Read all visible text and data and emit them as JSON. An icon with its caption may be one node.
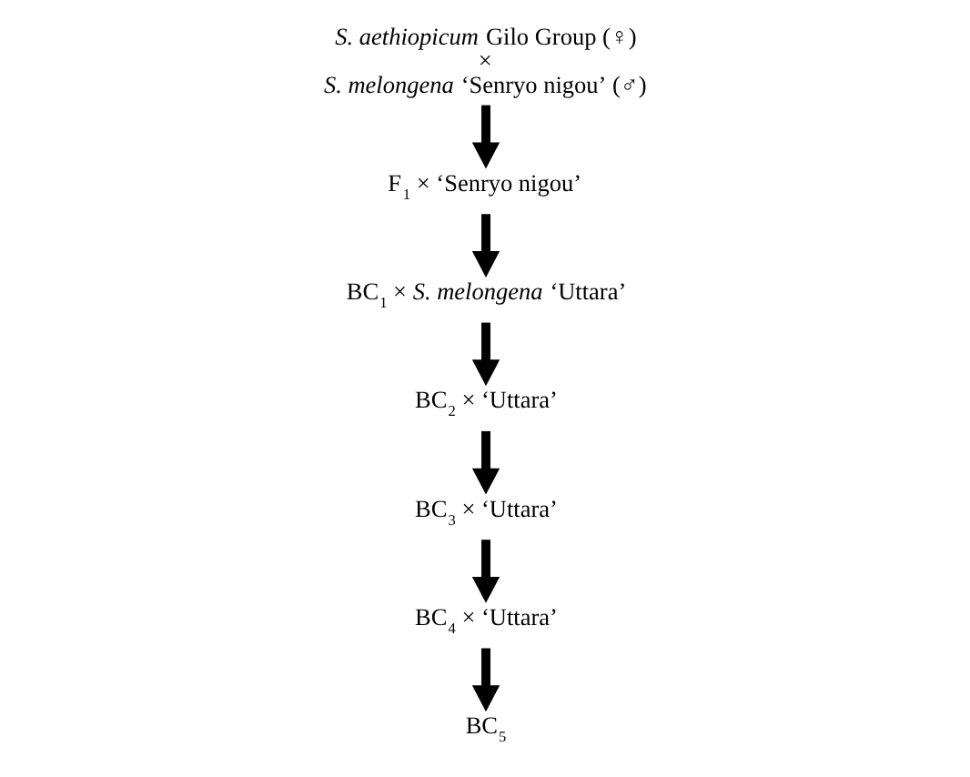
{
  "diagram": {
    "nodes": [
      {
        "text": [
          "*S. aethiopicum* Gilo Group (♀)",
          "×",
          "*S. melongena* ‘Senryo nigou’ (♂)"
        ]
      },
      {
        "text": [
          "F$_{1}$ × ‘Senryo nigou’"
        ]
      },
      {
        "text": [
          "BC$_{1}$ × *S. melongena* ‘Uttara’"
        ]
      },
      {
        "text": [
          "BC$_{2}$ × ‘Uttara’"
        ]
      },
      {
        "text": [
          "BC$_{3}$ × ‘Uttara’"
        ]
      },
      {
        "text": [
          "BC$_{4}$ × ‘Uttara’"
        ]
      },
      {
        "text": [
          "BC$_{5}$"
        ]
      }
    ],
    "edges": [
      {
        "from": 0,
        "to": 1,
        "arrow": "to"
      },
      {
        "from": 1,
        "to": 2,
        "arrow": "to"
      },
      {
        "from": 2,
        "to": 3,
        "arrow": "to"
      },
      {
        "from": 3,
        "to": 4,
        "arrow": "to"
      },
      {
        "from": 4,
        "to": 5,
        "arrow": "to"
      },
      {
        "from": 5,
        "to": 6,
        "arrow": "to"
      }
    ]
  }
}
